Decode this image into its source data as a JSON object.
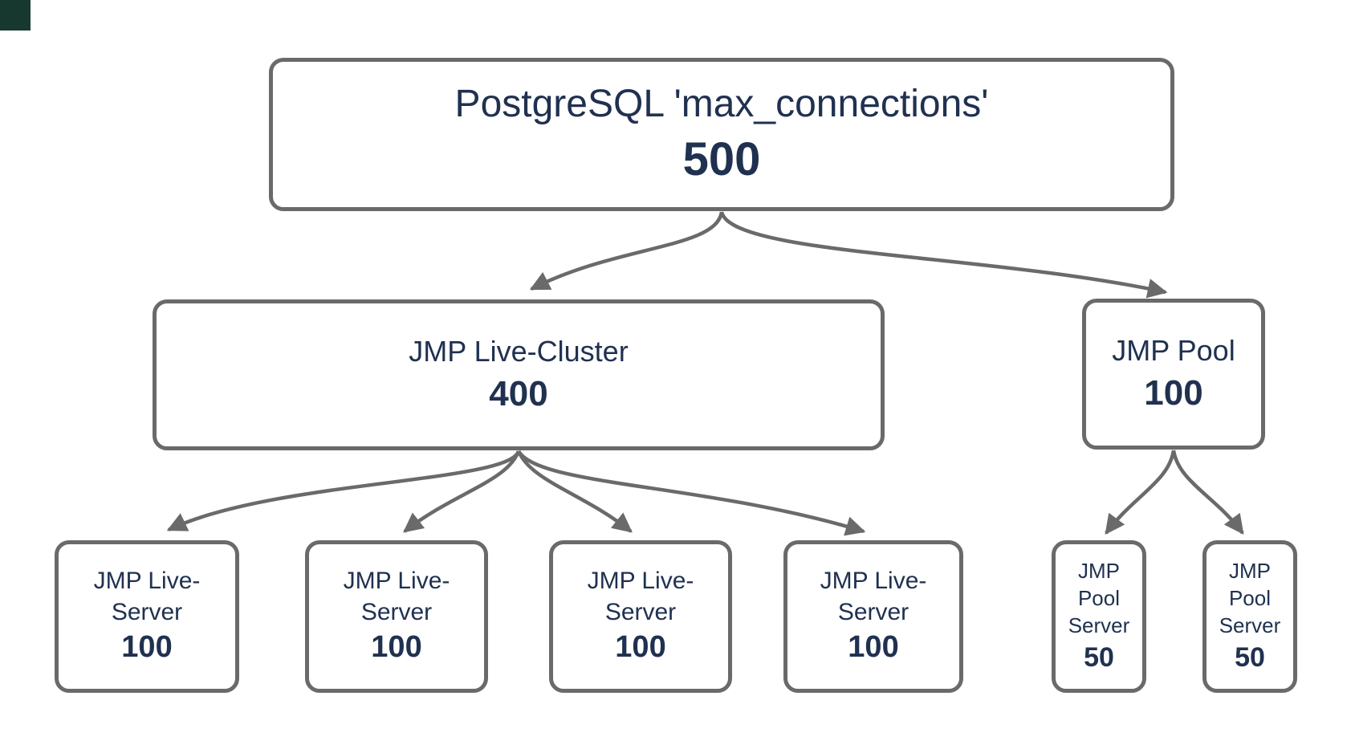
{
  "diagram": {
    "nodes": {
      "postgres": {
        "label": "PostgreSQL 'max_connections'",
        "value": "500"
      },
      "cluster": {
        "label": "JMP Live-Cluster",
        "value": "400"
      },
      "pool": {
        "label": "JMP Pool",
        "value": "100"
      },
      "server1": {
        "label": "JMP Live-Server",
        "value": "100"
      },
      "server2": {
        "label": "JMP Live-Server",
        "value": "100"
      },
      "server3": {
        "label": "JMP Live-Server",
        "value": "100"
      },
      "server4": {
        "label": "JMP Live-Server",
        "value": "100"
      },
      "poolserver1": {
        "label": "JMP Pool Server",
        "value": "50"
      },
      "poolserver2": {
        "label": "JMP Pool Server",
        "value": "50"
      }
    },
    "edges": [
      {
        "from": "postgres",
        "to": "cluster"
      },
      {
        "from": "postgres",
        "to": "pool"
      },
      {
        "from": "cluster",
        "to": "server1"
      },
      {
        "from": "cluster",
        "to": "server2"
      },
      {
        "from": "cluster",
        "to": "server3"
      },
      {
        "from": "cluster",
        "to": "server4"
      },
      {
        "from": "pool",
        "to": "poolserver1"
      },
      {
        "from": "pool",
        "to": "poolserver2"
      }
    ],
    "colors": {
      "node_border": "#6a6a6a",
      "arrow": "#6a6a6a",
      "text": "#203150",
      "background": "#ffffff",
      "corner_mark": "#16382e"
    }
  }
}
